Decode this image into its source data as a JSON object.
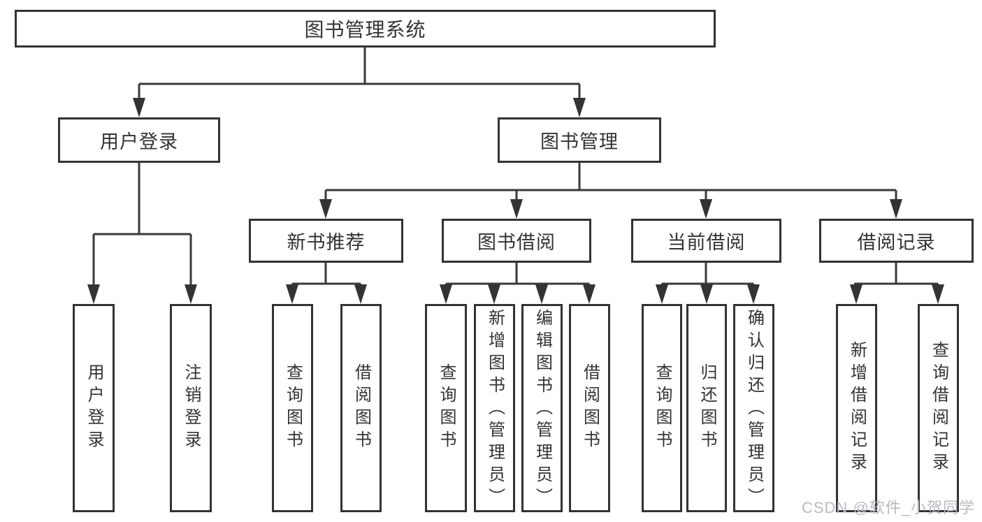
{
  "diagram": {
    "root": {
      "label": "图书管理系统"
    },
    "branches": [
      {
        "label": "用户登录",
        "children": [
          {
            "label": "用户登录"
          },
          {
            "label": "注销登录"
          }
        ]
      },
      {
        "label": "图书管理",
        "children": [
          {
            "label": "新书推荐",
            "children": [
              {
                "label": "查询图书"
              },
              {
                "label": "借阅图书"
              }
            ]
          },
          {
            "label": "图书借阅",
            "children": [
              {
                "label": "查询图书"
              },
              {
                "label": "新增图书（管理员）"
              },
              {
                "label": "编辑图书（管理员）"
              },
              {
                "label": "借阅图书"
              }
            ]
          },
          {
            "label": "当前借阅",
            "children": [
              {
                "label": "查询图书"
              },
              {
                "label": "归还图书"
              },
              {
                "label": "确认归还（管理员）"
              }
            ]
          },
          {
            "label": "借阅记录",
            "children": [
              {
                "label": "新增借阅记录"
              },
              {
                "label": "查询借阅记录"
              }
            ]
          }
        ]
      }
    ],
    "watermark": "CSDN @软件_小贺同学",
    "colors": {
      "line": "#3a3a3a",
      "border": "#333333",
      "text": "#333333",
      "watermark": "#b7bbc0",
      "background": "#ffffff"
    }
  }
}
